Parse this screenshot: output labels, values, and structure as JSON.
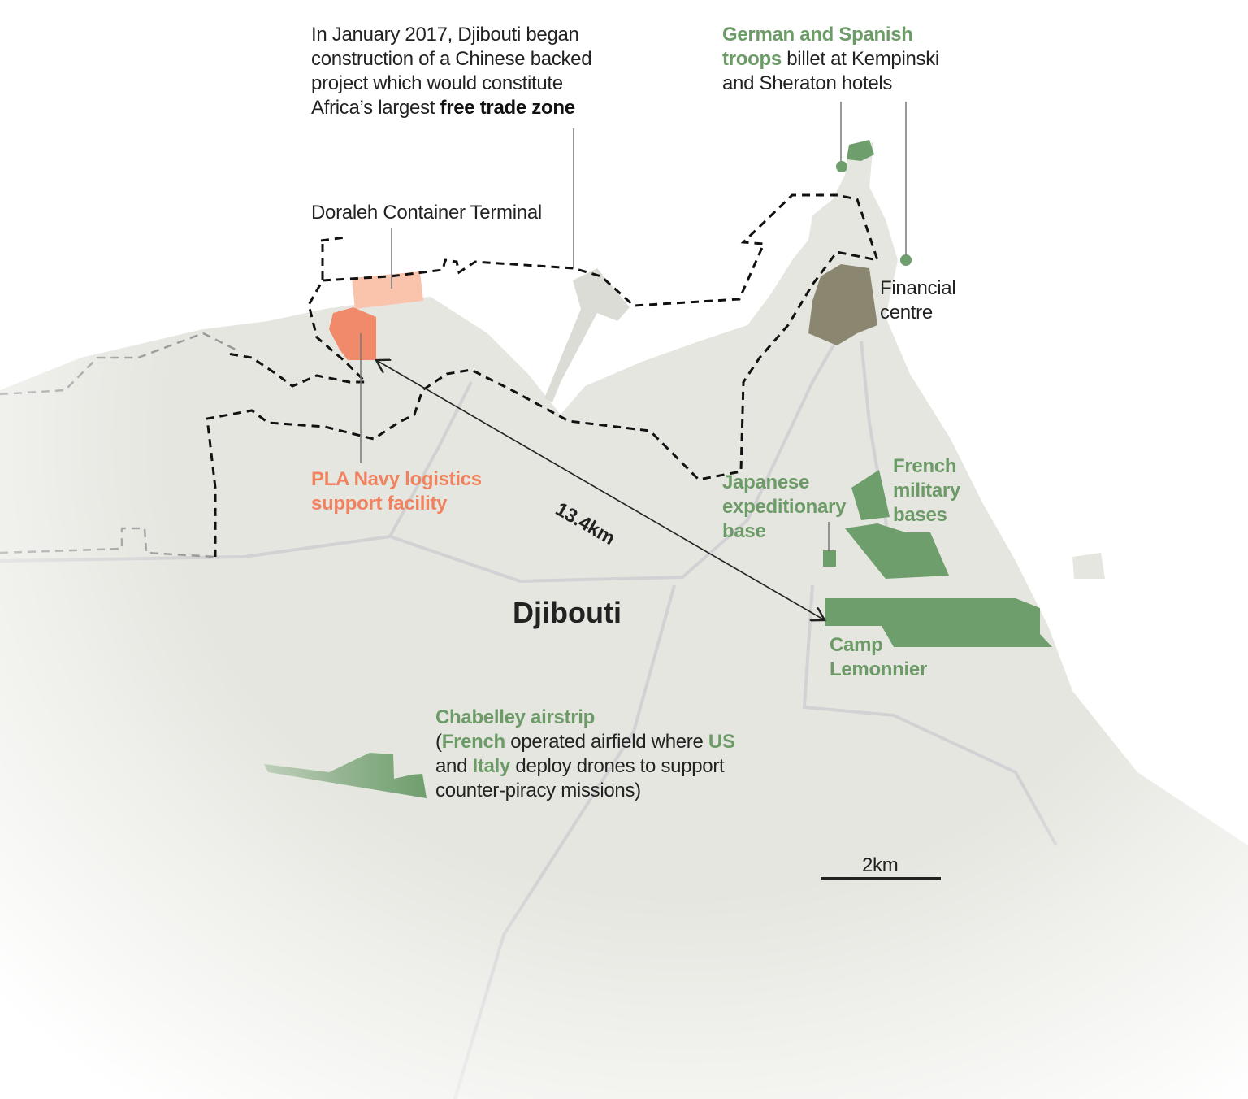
{
  "colors": {
    "land": "#e6e6e0",
    "base_green": "#6f9e6d",
    "pla": "#f08a6a",
    "doraleh": "#f9c3ac",
    "financial": "#8a8670",
    "label_green": "#6d9b68",
    "label_orange": "#f0825f"
  },
  "annotations": {
    "free_trade_zone": {
      "line1": "In January 2017, Djibouti began",
      "line2": "construction of a Chinese backed",
      "line3": "project which would constitute",
      "line4_a": "Africa’s largest ",
      "line4_b": "free trade zone"
    },
    "german_spanish": {
      "line1": "German and Spanish",
      "line2_a": "troops",
      "line2_b": " billet at Kempinski",
      "line3": "and Sheraton hotels"
    },
    "doraleh": "Doraleh Container Terminal",
    "financial": {
      "line1": "Financial",
      "line2": "centre"
    },
    "pla": {
      "line1": "PLA Navy logistics",
      "line2": "support facility"
    },
    "japanese": {
      "line1": "Japanese",
      "line2": "expeditionary",
      "line3": "base"
    },
    "french": {
      "line1": "French",
      "line2": "military",
      "line3": "bases"
    },
    "camp": {
      "line1": "Camp",
      "line2": "Lemonnier"
    },
    "chabelley": {
      "title": "Chabelley airstrip",
      "l2_a": "(",
      "l2_b": "French",
      "l2_c": " operated airfield where ",
      "l2_d": "US",
      "l3_a": "and ",
      "l3_b": "Italy",
      "l3_c": " deploy drones  to support",
      "l4": "counter-piracy missions)"
    },
    "city": "Djibouti",
    "distance": "13.4km",
    "scale": "2km"
  }
}
